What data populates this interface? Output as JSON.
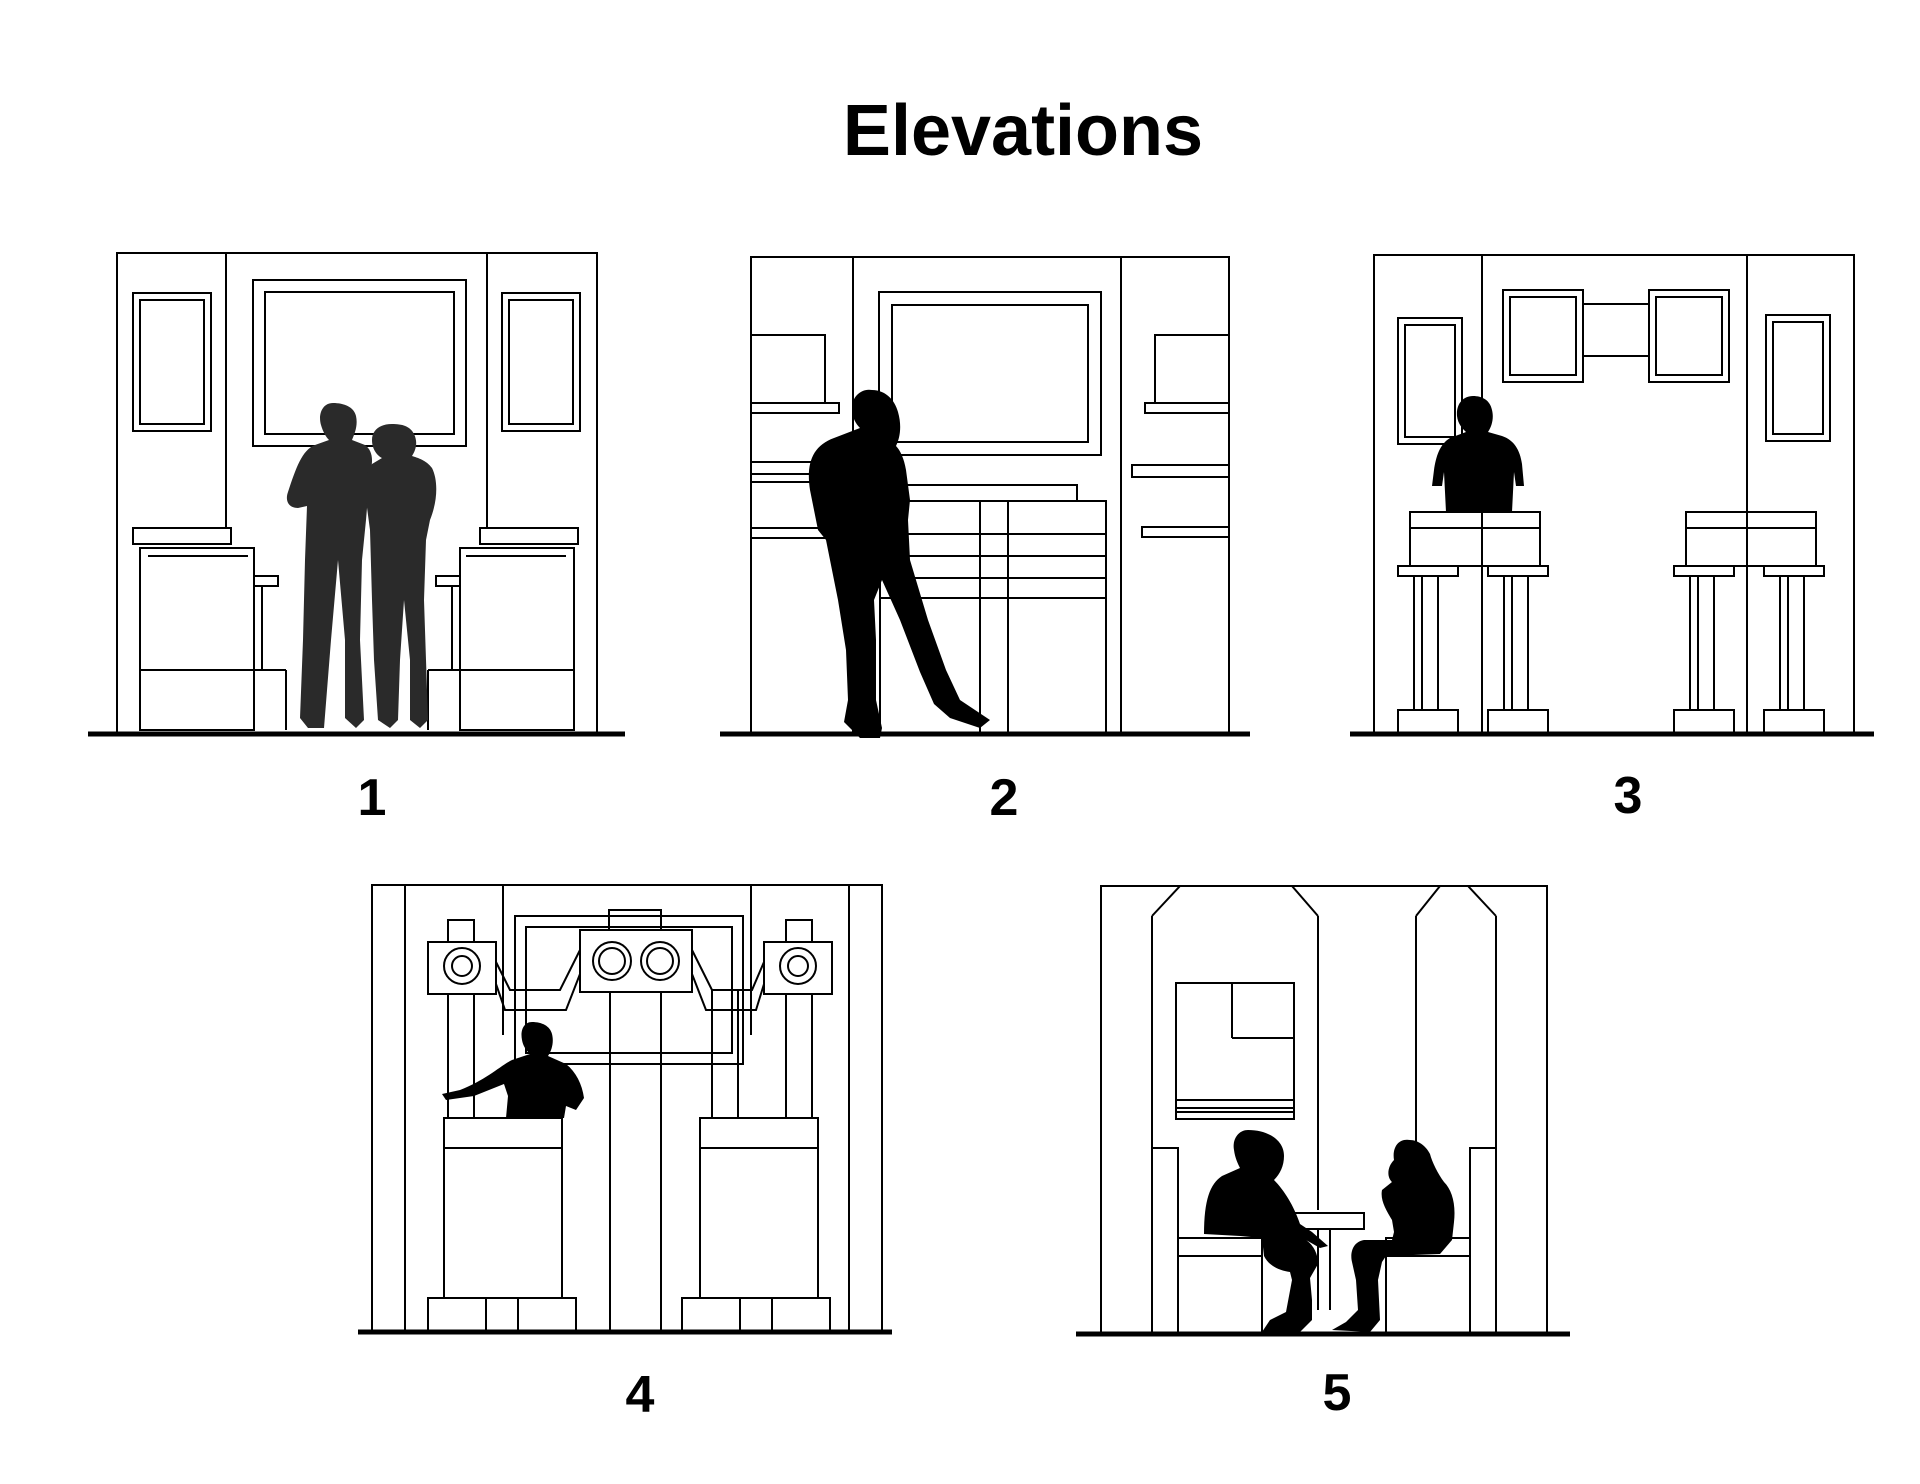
{
  "title": "Elevations",
  "panels": [
    {
      "label": "1"
    },
    {
      "label": "2"
    },
    {
      "label": "3"
    },
    {
      "label": "4"
    },
    {
      "label": "5"
    }
  ]
}
